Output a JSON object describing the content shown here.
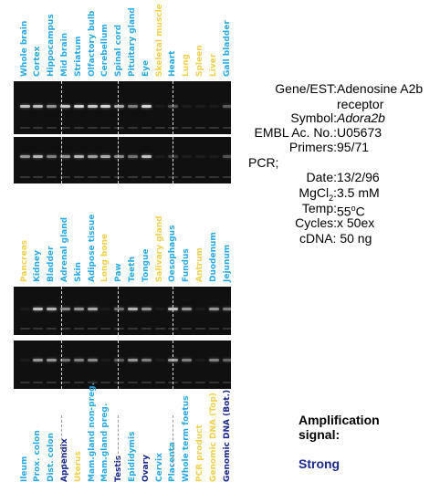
{
  "colors": {
    "cyan": "#2aa9e0",
    "yellow": "#f0d050",
    "navy": "#1a2a8c",
    "gel_bg": "#101010"
  },
  "panel1": {
    "lanes": [
      {
        "label": "Whole brain",
        "color": "cyan"
      },
      {
        "label": "Cortex",
        "color": "cyan"
      },
      {
        "label": "Hippocampus",
        "color": "cyan"
      },
      {
        "label": "Mid brain",
        "color": "cyan"
      },
      {
        "label": "Striatum",
        "color": "cyan"
      },
      {
        "label": "Olfactory bulb",
        "color": "cyan"
      },
      {
        "label": "Cerebellum",
        "color": "cyan"
      },
      {
        "label": "Spinal cord",
        "color": "cyan"
      },
      {
        "label": "Pituitary gland",
        "color": "cyan"
      },
      {
        "label": "Eye",
        "color": "cyan"
      },
      {
        "label": "Skeletal muscle",
        "color": "yellow"
      },
      {
        "label": "Heart",
        "color": "cyan"
      },
      {
        "label": "Lung",
        "color": "yellow"
      },
      {
        "label": "Spleen",
        "color": "yellow"
      },
      {
        "label": "Liver",
        "color": "yellow"
      },
      {
        "label": "Gall bladder",
        "color": "cyan"
      }
    ],
    "gel_top": [
      0.8,
      0.8,
      0.6,
      0.85,
      0.9,
      0.85,
      0.9,
      0.7,
      0.5,
      0.9,
      0.05,
      0.3,
      0.05,
      0.05,
      0.05,
      0.35
    ],
    "gel_bottom": [
      0.6,
      0.75,
      0.5,
      0.6,
      0.75,
      0.65,
      0.7,
      0.55,
      0.45,
      0.8,
      0.05,
      0.2,
      0.05,
      0.05,
      0.05,
      0.3
    ]
  },
  "panel2": {
    "lanes": [
      {
        "label": "Pancreas",
        "color": "yellow"
      },
      {
        "label": "Kidney",
        "color": "cyan"
      },
      {
        "label": "Bladder",
        "color": "cyan"
      },
      {
        "label": "Adrenal gland",
        "color": "cyan"
      },
      {
        "label": "Skin",
        "color": "cyan"
      },
      {
        "label": "Adipose tissue",
        "color": "cyan"
      },
      {
        "label": "Long bone",
        "color": "yellow"
      },
      {
        "label": "Paw",
        "color": "cyan"
      },
      {
        "label": "Teeth",
        "color": "cyan"
      },
      {
        "label": "Tongue",
        "color": "cyan"
      },
      {
        "label": "Salivary gland",
        "color": "yellow"
      },
      {
        "label": "Oesophagus",
        "color": "cyan"
      },
      {
        "label": "Fundus",
        "color": "cyan"
      },
      {
        "label": "Antrum",
        "color": "yellow"
      },
      {
        "label": "Duodenum",
        "color": "cyan"
      },
      {
        "label": "Jejunum",
        "color": "cyan"
      }
    ],
    "gel_top": [
      0.05,
      0.8,
      0.75,
      0.55,
      0.6,
      0.7,
      0.05,
      0.45,
      0.75,
      0.6,
      0.05,
      0.8,
      0.6,
      0.05,
      0.6,
      0.5
    ],
    "gel_bottom": [
      0.05,
      0.6,
      0.6,
      0.45,
      0.5,
      0.55,
      0.05,
      0.35,
      0.6,
      0.5,
      0.05,
      0.65,
      0.5,
      0.05,
      0.5,
      0.4
    ]
  },
  "panel3": {
    "lanes": [
      {
        "label": "Ileum",
        "color": "cyan"
      },
      {
        "label": "Prox. colon",
        "color": "cyan"
      },
      {
        "label": "Dist. colon",
        "color": "cyan"
      },
      {
        "label": "Appendix",
        "color": "navy"
      },
      {
        "label": "Uterus",
        "color": "yellow"
      },
      {
        "label": "Mam.gland non-preg.",
        "color": "cyan"
      },
      {
        "label": "Mam.gland preg.",
        "color": "cyan"
      },
      {
        "label": "Testis",
        "color": "navy"
      },
      {
        "label": "Epididymis",
        "color": "cyan"
      },
      {
        "label": "Ovary",
        "color": "navy"
      },
      {
        "label": "Cervix",
        "color": "cyan"
      },
      {
        "label": "Placenta",
        "color": "cyan"
      },
      {
        "label": "Whole term foetus",
        "color": "cyan"
      },
      {
        "label": "PCR product",
        "color": "yellow"
      },
      {
        "label": "Genomic DNA (Top)",
        "color": "yellow"
      },
      {
        "label": "Genomic DNA (Bot.)",
        "color": "navy"
      }
    ]
  },
  "info": {
    "gene_key": "Gene/EST:",
    "gene_value": "Adenosine A2b",
    "gene_value_2": "receptor",
    "symbol_key": "Symbol:",
    "symbol_value": "Adora2b",
    "embl_key": "EMBL Ac. No.:",
    "embl_value": "U05673",
    "primers_key": "Primers:",
    "primers_value": "95/71",
    "pcr_key": "PCR;",
    "date_key": "Date:",
    "date_value": "13/2/96",
    "mgcl_key": "MgCl",
    "mgcl_sub": "2",
    "mgcl_colon": ":",
    "mgcl_value": "3.5 mM",
    "temp_key": "Temp:",
    "temp_value": "55",
    "temp_sup": "o",
    "temp_unit": "C",
    "cycles_key": "Cycles:",
    "cycles_value": "x 50ex",
    "cdna_line": "cDNA: 50 ng"
  },
  "amplification": {
    "title_1": "Amplification",
    "title_2": "signal:",
    "strong": "Strong"
  }
}
